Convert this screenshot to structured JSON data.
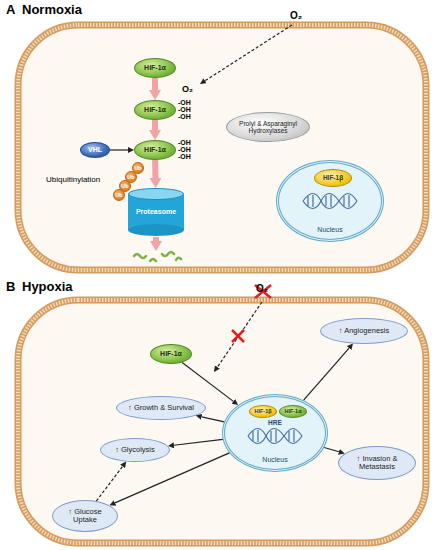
{
  "diagram": {
    "nodes": [
      {
        "text": [
          "HIF-1α"
        ]
      },
      {
        "text": [
          "HIF-1α"
        ]
      },
      {
        "text": [
          "HIF-1α"
        ]
      },
      {
        "text": [
          "Prolyl & Asparaginyl Hydroxylases"
        ]
      },
      {
        "text": [
          "VHL"
        ]
      },
      {
        "text": [
          "Ub"
        ]
      },
      {
        "text": [
          "Ub"
        ]
      },
      {
        "text": [
          "Ub"
        ]
      },
      {
        "text": [
          "Ub"
        ]
      },
      {
        "text": [
          "Proteasome"
        ]
      },
      {
        "text": [
          "Nucleus"
        ]
      },
      {
        "text": [
          "HIF-1β"
        ],
        "in": 10
      },
      {
        "text": [
          "HIF-1α"
        ]
      },
      {
        "text": [
          "Nucleus"
        ]
      },
      {
        "text": [
          "HIF-1β"
        ],
        "in": 13
      },
      {
        "text": [
          "HIF-1α"
        ],
        "in": 13
      },
      {
        "text": [
          "↑ Angiogenesis"
        ]
      },
      {
        "text": [
          "↑ Growth & Survival"
        ]
      },
      {
        "text": [
          "↑ Glycolysis"
        ]
      },
      {
        "text": [
          "↑ Glucose Uptake"
        ]
      },
      {
        "text": [
          "↑ Invasion & Metastasis"
        ]
      }
    ],
    "edges": [
      {
        "from": 0,
        "to": 1,
        "arrow": "to"
      },
      {
        "from": 1,
        "to": 2,
        "arrow": "to"
      },
      {
        "from": 4,
        "to": 2,
        "arrow": "to"
      },
      {
        "from": 2,
        "to": 9,
        "arrow": "to"
      },
      {
        "from": 12,
        "to": 13,
        "arrow": "to"
      },
      {
        "from": 13,
        "to": 16,
        "arrow": "to"
      },
      {
        "from": 13,
        "to": 17,
        "arrow": "to"
      },
      {
        "from": 13,
        "to": 18,
        "arrow": "to"
      },
      {
        "from": 13,
        "to": 19,
        "arrow": "to"
      },
      {
        "from": 13,
        "to": 20,
        "arrow": "to"
      },
      {
        "from": 19,
        "to": 18,
        "arrow": "to"
      }
    ],
    "labels": [
      "A",
      "Normoxia",
      "O₂",
      "O₂",
      "-OH",
      "-OH",
      "-OH",
      "-OH",
      "-OH",
      "-OH",
      "Ubiquitinylation",
      "B",
      "Hypoxia",
      "O₂",
      "HRE"
    ]
  }
}
